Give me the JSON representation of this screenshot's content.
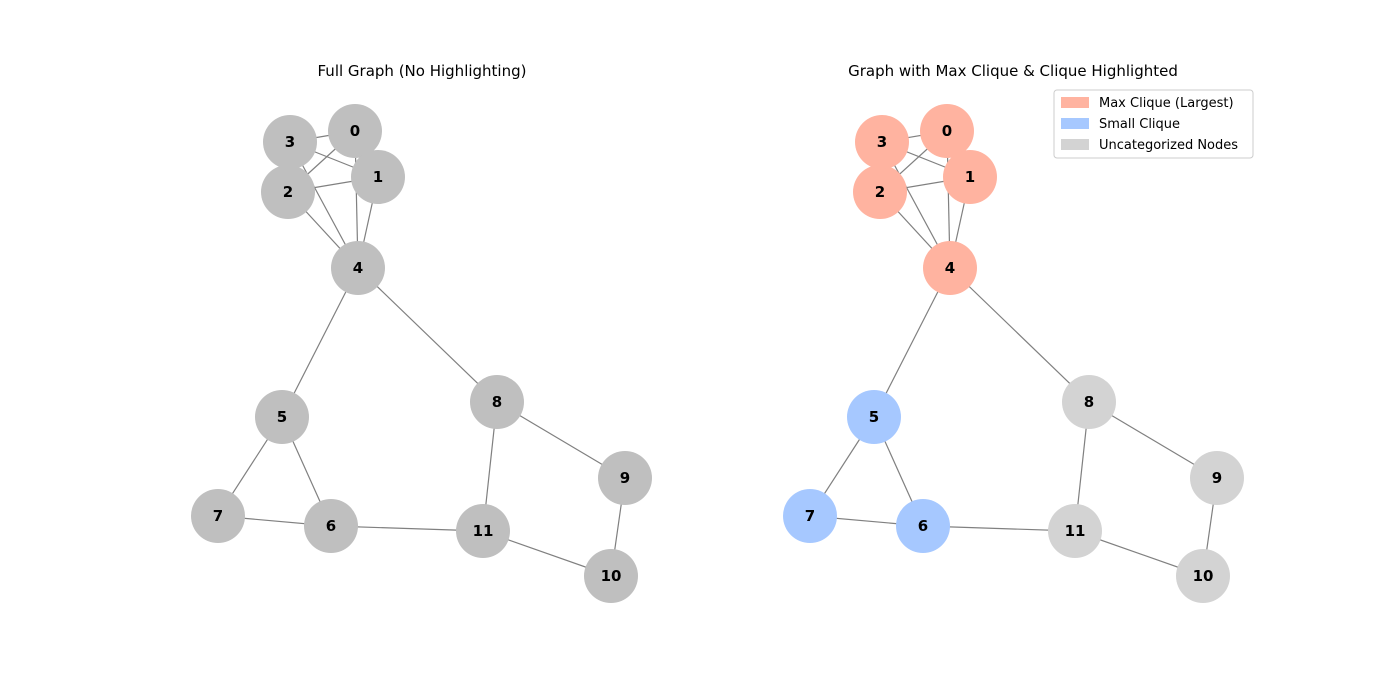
{
  "panels": [
    {
      "title": "Full Graph (No Highlighting)",
      "highlight": false
    },
    {
      "title": "Graph with Max Clique & Clique Highlighted",
      "highlight": true
    }
  ],
  "graph": {
    "nodes": [
      "0",
      "1",
      "2",
      "3",
      "4",
      "5",
      "6",
      "7",
      "8",
      "9",
      "10",
      "11"
    ],
    "edges": [
      [
        "0",
        "1"
      ],
      [
        "0",
        "2"
      ],
      [
        "0",
        "3"
      ],
      [
        "1",
        "2"
      ],
      [
        "1",
        "3"
      ],
      [
        "2",
        "3"
      ],
      [
        "0",
        "4"
      ],
      [
        "1",
        "4"
      ],
      [
        "2",
        "4"
      ],
      [
        "3",
        "4"
      ],
      [
        "4",
        "5"
      ],
      [
        "4",
        "8"
      ],
      [
        "5",
        "6"
      ],
      [
        "5",
        "7"
      ],
      [
        "6",
        "7"
      ],
      [
        "6",
        "11"
      ],
      [
        "8",
        "11"
      ],
      [
        "8",
        "9"
      ],
      [
        "9",
        "10"
      ],
      [
        "10",
        "11"
      ]
    ],
    "max_clique": [
      "0",
      "1",
      "2",
      "3",
      "4"
    ],
    "small_clique": [
      "5",
      "6",
      "7"
    ]
  },
  "colors": {
    "default": "#bfbfbf",
    "max_clique": "#ffb3a0",
    "small_clique": "#a6c8ff",
    "uncategorized": "#d3d3d3",
    "edge": "#808080"
  },
  "legend": {
    "items": [
      {
        "label": "Max Clique (Largest)",
        "color": "#ffb3a0"
      },
      {
        "label": "Small Clique",
        "color": "#a6c8ff"
      },
      {
        "label": "Uncategorized Nodes",
        "color": "#d3d3d3"
      }
    ]
  }
}
